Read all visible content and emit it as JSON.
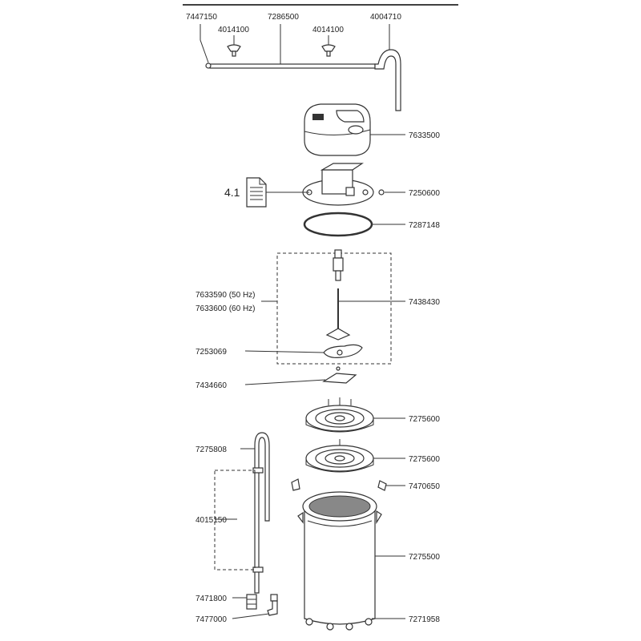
{
  "labels": {
    "p7447150": "7447150",
    "p7286500": "7286500",
    "p4004710": "4004710",
    "p4014100a": "4014100",
    "p4014100b": "4014100",
    "p7633500": "7633500",
    "p7250600": "7250600",
    "p7287148": "7287148",
    "doc_ref": "4.1",
    "p7633590": "7633590 (50 Hz)",
    "p7633600": "7633600 (60 Hz)",
    "p7438430": "7438430",
    "p7253069": "7253069",
    "p7434660": "7434660",
    "p7275600a": "7275600",
    "p7275600b": "7275600",
    "p7275808": "7275808",
    "p7470650": "7470650",
    "p4015150": "4015150",
    "p7275500": "7275500",
    "p7471800": "7471800",
    "p7477000": "7477000",
    "p7271958": "7271958"
  },
  "icons": {
    "document": "document-icon"
  }
}
